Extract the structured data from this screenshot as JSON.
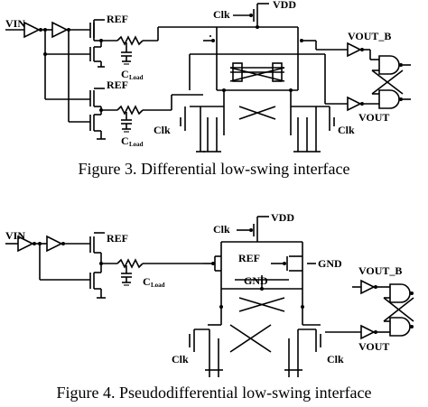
{
  "figure3": {
    "caption": "Figure 3. Differential low-swing interface",
    "labels": {
      "vin": "VIN",
      "ref_top": "REF",
      "ref_mid": "REF",
      "cload_top_c": "C",
      "cload_top_sub": "Load",
      "cload_bot_c": "C",
      "cload_bot_sub": "Load",
      "clk_top": "Clk",
      "vdd": "VDD",
      "clk_left": "Clk",
      "clk_right": "Clk",
      "vout_b": "VOUT_B",
      "vout": "VOUT"
    }
  },
  "figure4": {
    "caption": "Figure 4. Pseudodifferential low-swing interface",
    "labels": {
      "vin": "VIN",
      "ref": "REF",
      "cload_c": "C",
      "cload_sub": "Load",
      "clk_top": "Clk",
      "vdd": "VDD",
      "ref_inner": "REF",
      "gnd_right": "GND",
      "gnd_mid": "GND",
      "vout_b": "VOUT_B",
      "vout": "VOUT",
      "clk_left": "Clk",
      "clk_right": "Clk"
    }
  }
}
